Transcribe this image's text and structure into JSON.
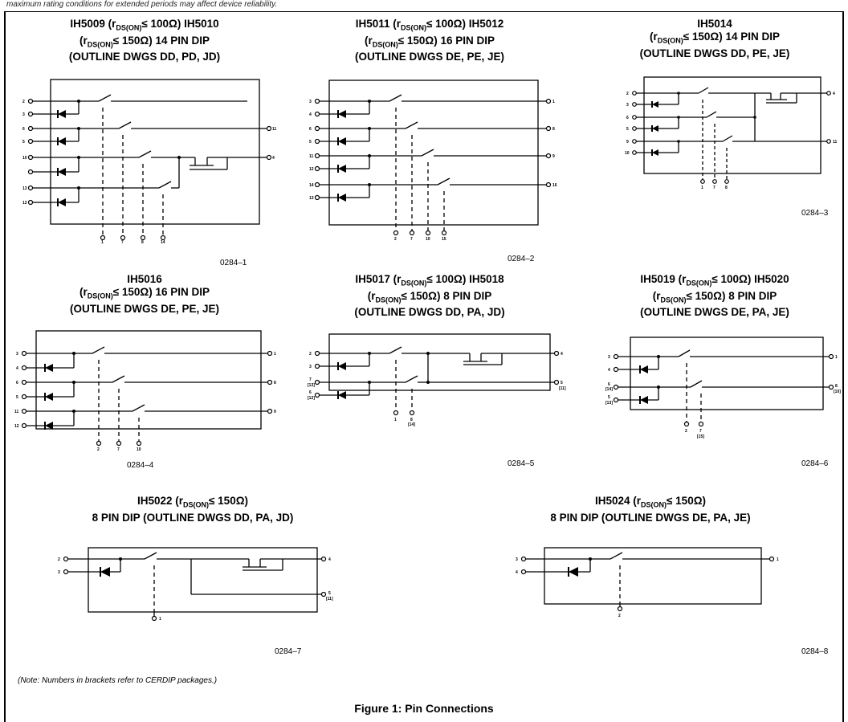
{
  "top_text": "maximum rating conditions for extended periods may affect device reliability.",
  "diagrams": [
    {
      "title1": "IH5009 (r",
      "sub1": "DS(ON)",
      "title1b": "≤ 100Ω) IH5010",
      "title2": "(r",
      "sub2": "DS(ON)",
      "title2b": "≤ 150Ω) 14 PIN DIP",
      "title3": "(OUTLINE DWGS DD, PD, JD)",
      "code": "0284–1",
      "pins_left": [
        "2",
        "3",
        "6",
        "5",
        "10",
        "13",
        "12"
      ],
      "pins_right": [
        "11",
        "4"
      ],
      "pins_bottom": [
        "1",
        "7",
        "8",
        "14"
      ]
    },
    {
      "title1": "IH5011 (r",
      "sub1": "DS(ON)",
      "title1b": "≤ 100Ω) IH5012",
      "title2": "(r",
      "sub2": "DS(ON)",
      "title2b": "≤ 150Ω) 16 PIN DIP",
      "title3": "(OUTLINE DWGS DE, PE, JE)",
      "code": "0284–2",
      "pins_left": [
        "3",
        "4",
        "6",
        "5",
        "11",
        "12",
        "14",
        "13"
      ],
      "pins_right": [
        "1",
        "8",
        "9",
        "16"
      ],
      "pins_bottom": [
        "2",
        "7",
        "10",
        "15"
      ]
    },
    {
      "title1": "IH5014",
      "title2": "(r",
      "sub2": "DS(ON)",
      "title2b": "≤ 150Ω) 14 PIN DIP",
      "title3": "(OUTLINE DWGS DD, PE, JE)",
      "code": "0284–3",
      "pins_left": [
        "2",
        "3",
        "6",
        "5",
        "9",
        "10"
      ],
      "pins_right": [
        "4",
        "11"
      ],
      "pins_bottom": [
        "1",
        "7",
        "8"
      ]
    },
    {
      "title1": "IH5016",
      "title2": "(r",
      "sub2": "DS(ON)",
      "title2b": "≤ 150Ω) 16 PIN DIP",
      "title3": "(OUTLINE DWGS DE, PE, JE)",
      "code": "0284–4",
      "pins_left": [
        "3",
        "4",
        "6",
        "5",
        "11",
        "12"
      ],
      "pins_right": [
        "1",
        "8",
        "9"
      ],
      "pins_bottom": [
        "2",
        "7",
        "10"
      ]
    },
    {
      "title1": "IH5017 (r",
      "sub1": "DS(ON)",
      "title1b": "≤ 100Ω) IH5018",
      "title2": "(r",
      "sub2": "DS(ON)",
      "title2b": "≤ 150Ω) 8 PIN DIP",
      "title3": "(OUTLINE DWGS DD, PA, JD)",
      "code": "0284–5",
      "pins_left": [
        "2",
        "3",
        "7",
        "[13]",
        "6",
        "[12]"
      ],
      "pins_right": [
        "4",
        "5",
        "[11]"
      ],
      "pins_bottom": [
        "1",
        "8",
        "[14]"
      ]
    },
    {
      "title1": "IH5019 (r",
      "sub1": "DS(ON)",
      "title1b": "≤ 100Ω) IH5020",
      "title2": "(r",
      "sub2": "DS(ON)",
      "title2b": "≤ 150Ω) 8 PIN DIP",
      "title3": "(OUTLINE DWGS DE, PA, JE)",
      "code": "0284–6",
      "pins_left": [
        "3",
        "4",
        "6",
        "[14]",
        "5",
        "[13]"
      ],
      "pins_right": [
        "1",
        "8",
        "[10]"
      ],
      "pins_bottom": [
        "2",
        "7",
        "[15]"
      ]
    },
    {
      "title1": "IH5022 (r",
      "sub1": "DS(ON)",
      "title1b": "≤ 150Ω)",
      "title2": "8 PIN DIP (OUTLINE DWGS DD, PA, JD)",
      "code": "0284–7",
      "pins_left": [
        "2",
        "3"
      ],
      "pins_right": [
        "4",
        "5",
        "[11]"
      ],
      "pins_bottom": [
        "1"
      ]
    },
    {
      "title1": "IH5024 (r",
      "sub1": "DS(ON)",
      "title1b": "≤ 150Ω)",
      "title2": "8 PIN DIP (OUTLINE DWGS DE, PA, JE)",
      "code": "0284–8",
      "pins_left": [
        "3",
        "4"
      ],
      "pins_right": [
        "1"
      ],
      "pins_bottom": [
        "2"
      ]
    }
  ],
  "note": "(Note: Numbers in brackets refer to CERDIP packages.)",
  "caption": "Figure 1: Pin Connections"
}
